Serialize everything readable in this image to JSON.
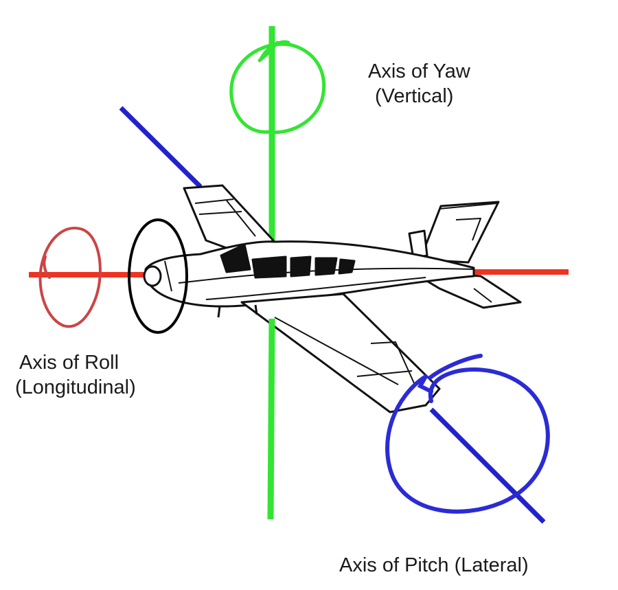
{
  "labels": {
    "yaw": {
      "line1": "Axis of Yaw",
      "line2": "(Vertical)"
    },
    "roll": {
      "line1": "Axis of Roll",
      "line2": "(Longitudinal)"
    },
    "pitch": {
      "line1": "Axis of Pitch (Lateral)"
    }
  },
  "colors": {
    "yaw": "#33e533",
    "roll": "#ee3322",
    "roll_rotation": "#cc4444",
    "pitch": "#2b2bd6",
    "propeller_ring": "#000000",
    "background": "#ffffff"
  },
  "icons": [
    "airplane-illustration",
    "rotation-arrow-icon"
  ]
}
